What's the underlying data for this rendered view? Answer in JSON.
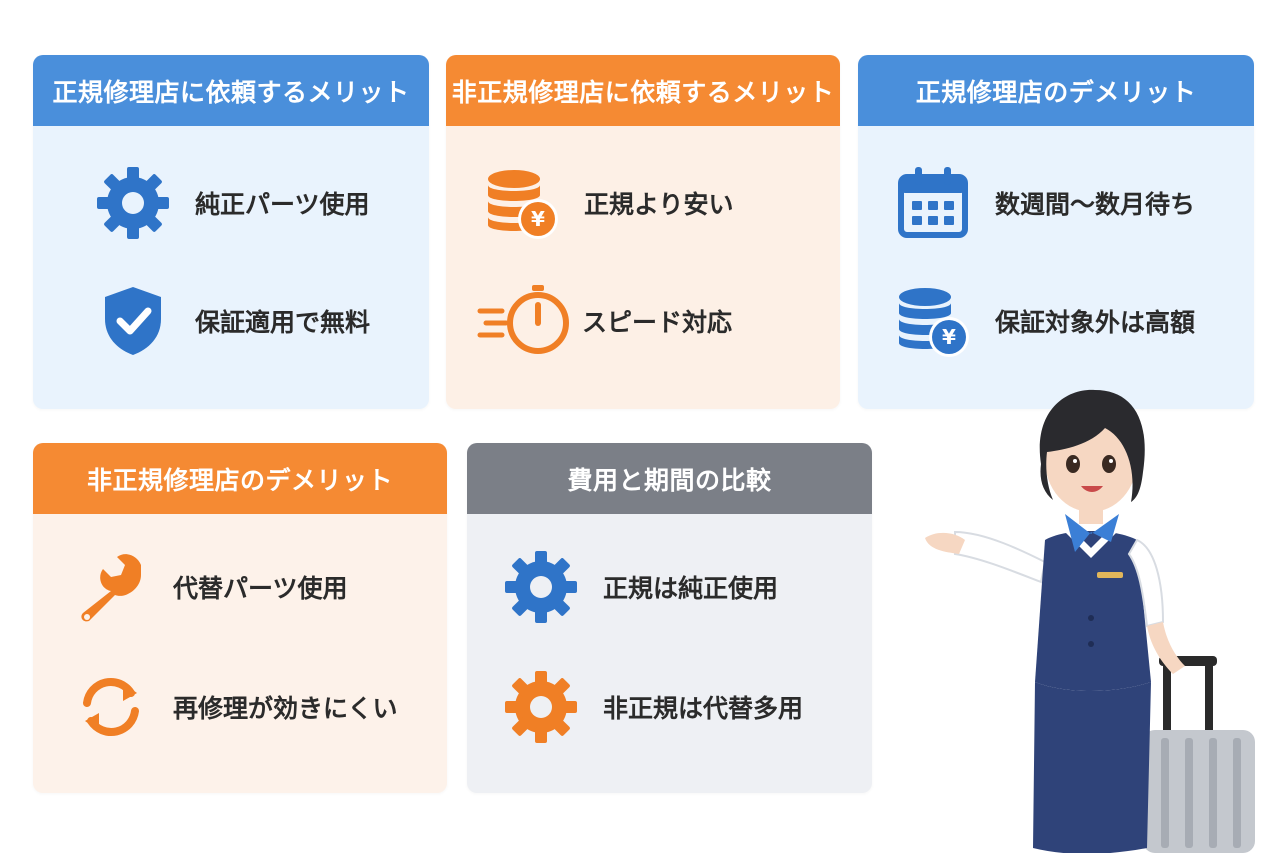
{
  "cards": {
    "official_merits": {
      "title": "正規修理店に依頼するメリット",
      "items": [
        {
          "label": "純正パーツ使用",
          "icon": "gear-icon"
        },
        {
          "label": "保証適用で無料",
          "icon": "shield-check-icon"
        }
      ]
    },
    "unofficial_merits": {
      "title": "非正規修理店に依頼するメリット",
      "items": [
        {
          "label": "正規より安い",
          "icon": "yen-coins-icon"
        },
        {
          "label": "スピード対応",
          "icon": "stopwatch-icon"
        }
      ]
    },
    "official_demerits": {
      "title": "正規修理店のデメリット",
      "items": [
        {
          "label": "数週間〜数月待ち",
          "icon": "calendar-icon"
        },
        {
          "label": "保証対象外は高額",
          "icon": "yen-coins-icon"
        }
      ]
    },
    "unofficial_demerits": {
      "title": "非正規修理店のデメリット",
      "items": [
        {
          "label": "代替パーツ使用",
          "icon": "wrench-icon"
        },
        {
          "label": "再修理が効きにくい",
          "icon": "refresh-icon"
        }
      ]
    },
    "comparison": {
      "title": "費用と期間の比較",
      "items": [
        {
          "label": "正規は純正使用",
          "icon": "gear-icon"
        },
        {
          "label": "非正規は代替多用",
          "icon": "gear-icon"
        }
      ]
    }
  },
  "colors": {
    "blue": "#2f74c8",
    "orange": "#f07f25",
    "gray_header": "#7b7f87"
  }
}
